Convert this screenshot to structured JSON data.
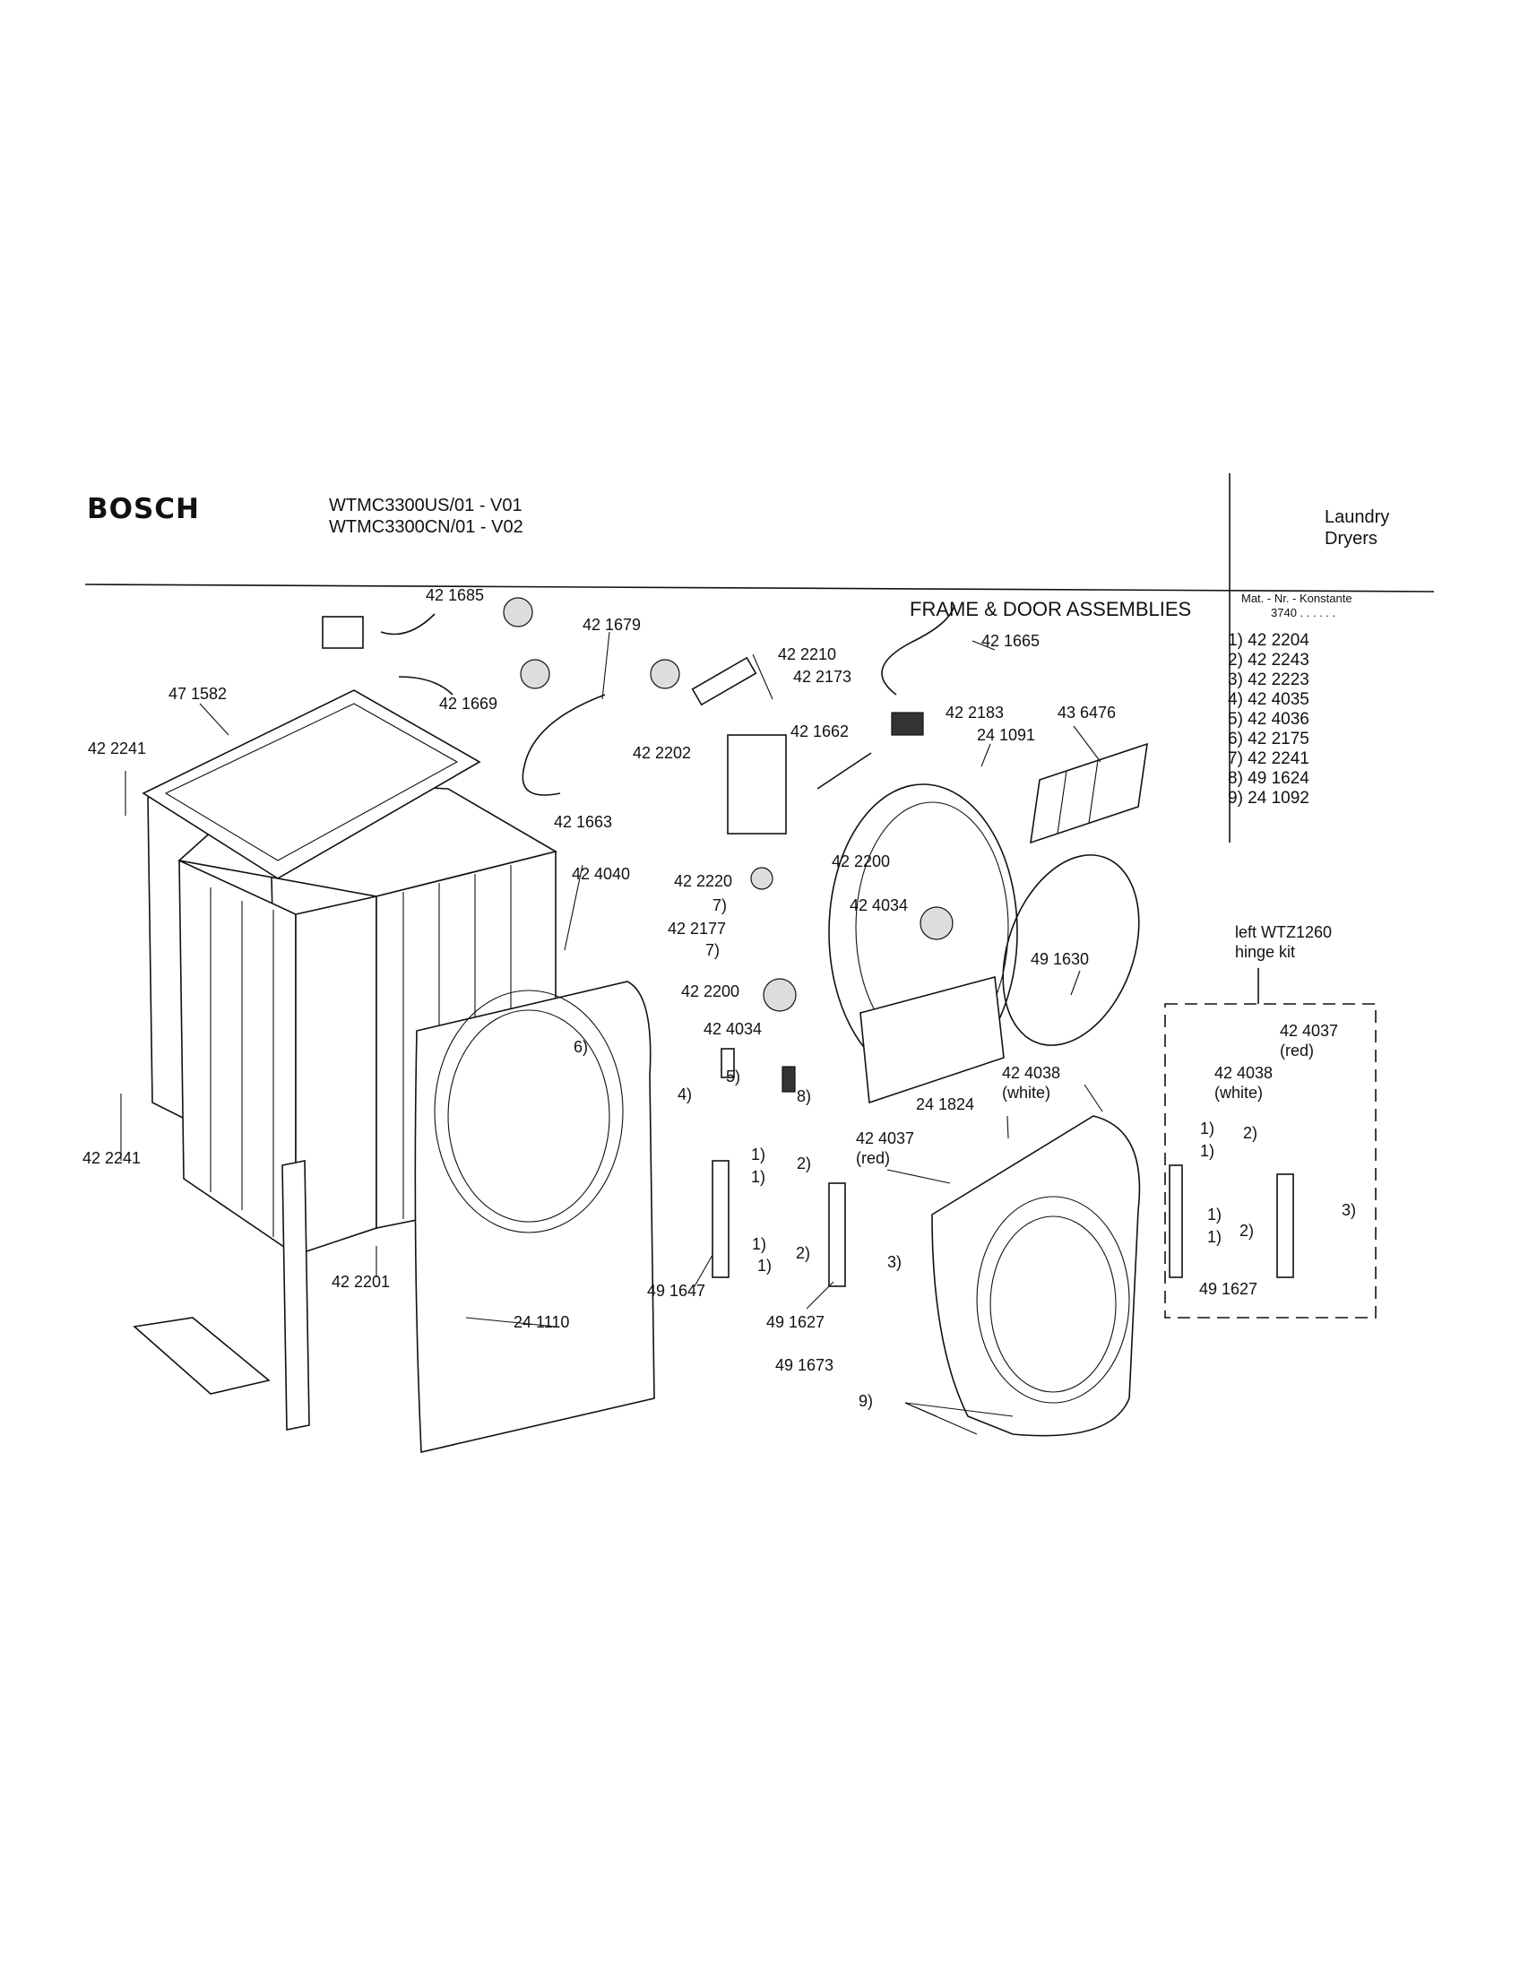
{
  "header": {
    "brand": "BOSCH",
    "model_lines": [
      "WTMC3300US/01 - V01",
      "WTMC3300CN/01 - V02"
    ],
    "category_lines": [
      "Laundry",
      "Dryers"
    ]
  },
  "diagram": {
    "title": "FRAME & DOOR ASSEMBLIES",
    "mat_header": "Mat. - Nr. - Konstante",
    "mat_value": "3740 . .   . . . .",
    "legend": [
      "1) 42 2204",
      "2) 42 2243",
      "3) 42 2223",
      "4) 42 4035",
      "5) 42 4036",
      "6) 42 2175",
      "7) 42 2241",
      "8) 49 1624",
      "9) 24 1092"
    ],
    "hinge_kit": [
      "left WTZ1260",
      "hinge kit"
    ],
    "labels": {
      "p421685": "42 1685",
      "p421679": "42 1679",
      "p422210": "42 2210",
      "p421665": "42 1665",
      "p422173": "42 2173",
      "p422183": "42 2183",
      "p436476": "43 6476",
      "p421662": "42 1662",
      "p241091": "24 1091",
      "p471582": "47 1582",
      "p421669": "42 1669",
      "p422241a": "42 2241",
      "p421663": "42 1663",
      "p422202": "42 2202",
      "p422200a": "42 2200",
      "p424040": "42 4040",
      "p422220": "42 2220",
      "p424034a": "42 4034",
      "n7a": "7)",
      "p422177": "42 2177",
      "n7b": "7)",
      "p491630": "49 1630",
      "p422200b": "42 2200",
      "n6": "6)",
      "p424034b": "42 4034",
      "n4": "4)",
      "n5": "5)",
      "n8": "8)",
      "p424038a": "42 4038",
      "white_a": "(white)",
      "p241824": "24 1824",
      "p424037a": "42 4037",
      "red_a": "(red)",
      "p422241b": "42 2241",
      "n1a": "1)",
      "n2a": "2)",
      "n1b": "1)",
      "n1c": "1)",
      "n2b": "2)",
      "n1d": "1)",
      "n3a": "3)",
      "p422201": "42 2201",
      "p491647": "49 1647",
      "p491627a": "49 1627",
      "p241110": "24 1110",
      "p491673": "49 1673",
      "n9": "9)",
      "p424037b": "42 4037",
      "red_b": "(red)",
      "p424038b": "42 4038",
      "white_b": "(white)",
      "n1e": "1)",
      "n2c": "2)",
      "n1f": "1)",
      "n1g": "1)",
      "n2d": "2)",
      "n1h": "1)",
      "n3b": "3)",
      "p491627b": "49 1627"
    }
  }
}
